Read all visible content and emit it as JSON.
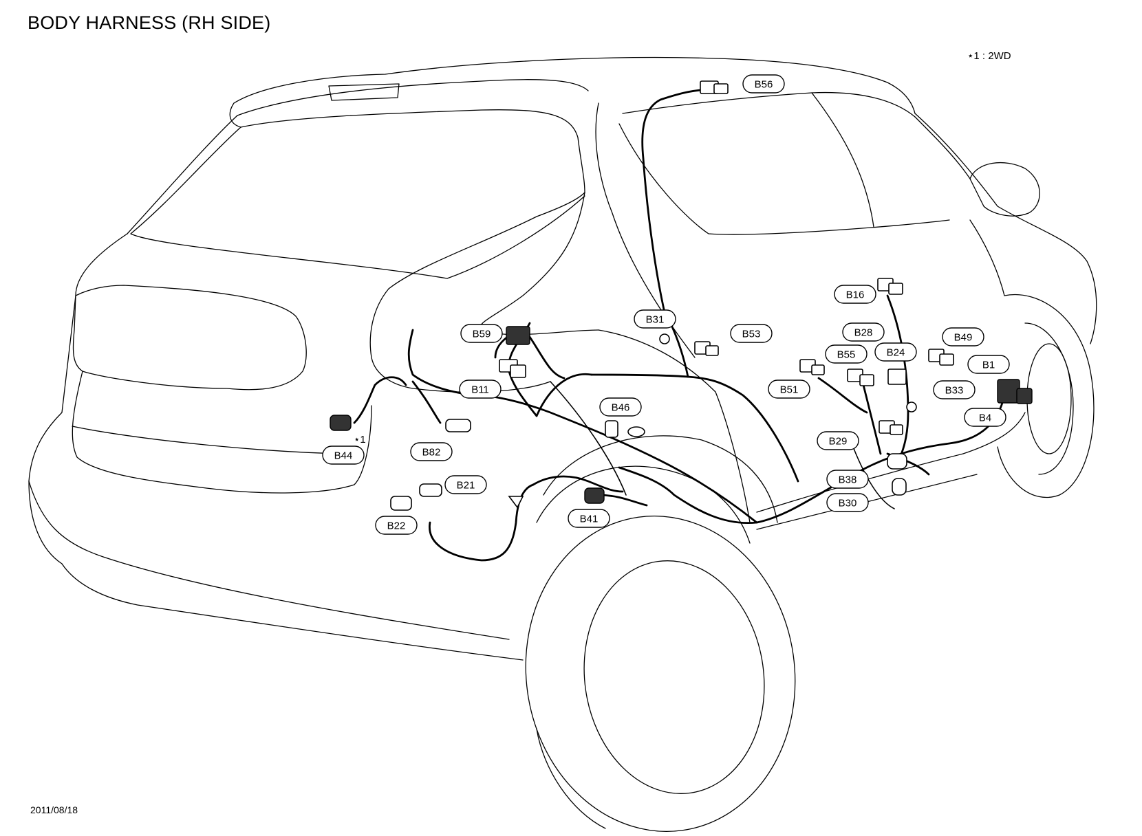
{
  "title": "BODY HARNESS (RH SIDE)",
  "note": "⋆1 : 2WD",
  "date": "2011/08/18",
  "footnote_mark": "⋆1",
  "connectors": [
    {
      "id": "B56"
    },
    {
      "id": "B16"
    },
    {
      "id": "B31"
    },
    {
      "id": "B53"
    },
    {
      "id": "B59"
    },
    {
      "id": "B28"
    },
    {
      "id": "B49"
    },
    {
      "id": "B55"
    },
    {
      "id": "B24"
    },
    {
      "id": "B1"
    },
    {
      "id": "B51"
    },
    {
      "id": "B11"
    },
    {
      "id": "B33"
    },
    {
      "id": "B46"
    },
    {
      "id": "B4"
    },
    {
      "id": "B29"
    },
    {
      "id": "B44"
    },
    {
      "id": "B82"
    },
    {
      "id": "B38"
    },
    {
      "id": "B21"
    },
    {
      "id": "B30"
    },
    {
      "id": "B41"
    },
    {
      "id": "B22"
    }
  ]
}
